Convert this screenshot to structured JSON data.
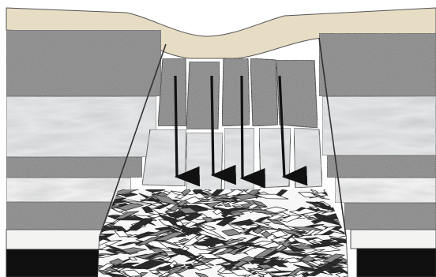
{
  "diagram": {
    "layers": [
      {
        "id": "surface",
        "kind": "soil",
        "color": "#e7dcc4"
      },
      {
        "id": "layer-1",
        "kind": "speckled",
        "color": "#8b8b8b"
      },
      {
        "id": "layer-2",
        "kind": "marbled",
        "color": "#e3e5e6"
      },
      {
        "id": "layer-3",
        "kind": "speckled",
        "color": "#8b8b8b"
      },
      {
        "id": "layer-4",
        "kind": "light",
        "color": "#f0f0ef"
      },
      {
        "id": "layer-5",
        "kind": "speckled",
        "color": "#8b8b8b"
      },
      {
        "id": "layer-6",
        "kind": "light",
        "color": "#f3f3f2"
      },
      {
        "id": "layer-7",
        "kind": "solid",
        "color": "#0f0f0f"
      }
    ],
    "arrows": {
      "count": 4,
      "direction": "down",
      "color": "#111111"
    },
    "rubble": {
      "color": "#222222",
      "fill": "#f7f7f7"
    }
  }
}
